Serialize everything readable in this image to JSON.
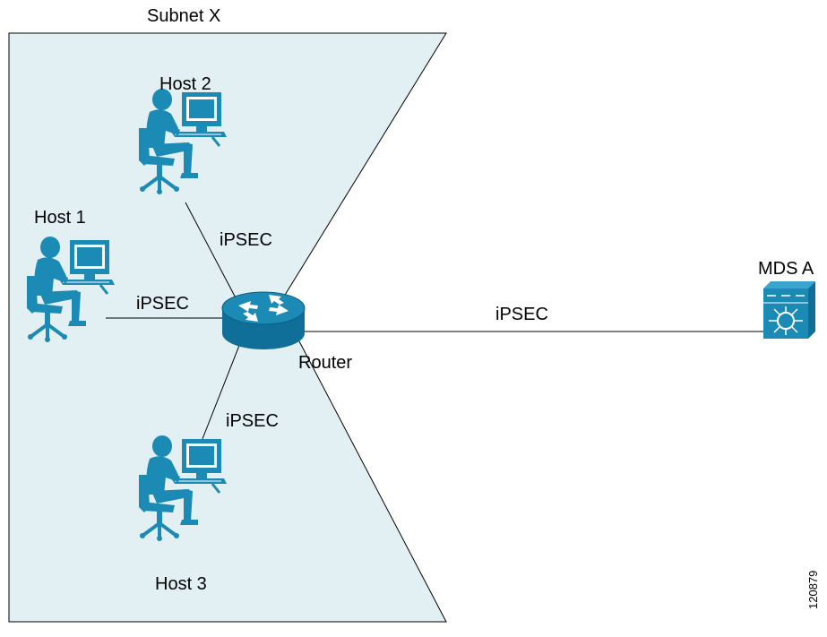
{
  "subnet_label": "Subnet X",
  "hosts": [
    {
      "label": "Host 1",
      "link_label": "iPSEC"
    },
    {
      "label": "Host 2",
      "link_label": "iPSEC"
    },
    {
      "label": "Host 3",
      "link_label": "iPSEC"
    }
  ],
  "router": {
    "label": "Router"
  },
  "switch": {
    "label": "MDS A",
    "link_label": "iPSEC"
  },
  "figure_id": "120879",
  "colors": {
    "subnet_fill": "#e2eff3",
    "device": "#1b8ab5",
    "device_dark": "#0f6f98",
    "line": "#000000"
  }
}
